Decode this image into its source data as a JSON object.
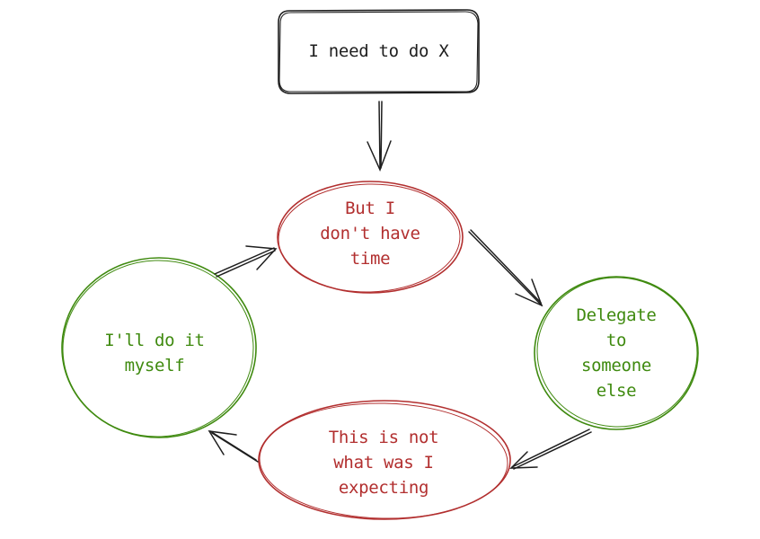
{
  "nodes": {
    "start": {
      "label": "I need to do X"
    },
    "no_time": {
      "label": "But I\ndon't have\ntime"
    },
    "delegate": {
      "label": "Delegate\nto\nsomeone\nelse"
    },
    "not_expected": {
      "label": "This is not\nwhat was I\n expecting"
    },
    "myself": {
      "label": "I'll do it\n myself"
    }
  },
  "colors": {
    "ink": "#1e1e1e",
    "red": "#b22f2f",
    "green": "#3f8a0f",
    "background": "#ffffff"
  }
}
